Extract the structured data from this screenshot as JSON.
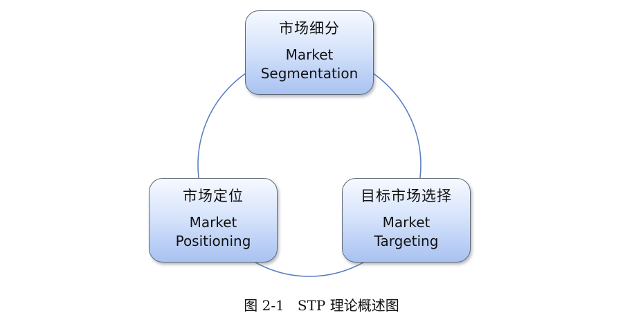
{
  "diagram": {
    "top_node": {
      "zh": "市场细分",
      "en_line1": "Market",
      "en_line2": "Segmentation"
    },
    "left_node": {
      "zh": "市场定位",
      "en_line1": "Market",
      "en_line2": "Positioning"
    },
    "right_node": {
      "zh": "目标市场选择",
      "en_line1": "Market",
      "en_line2": "Targeting"
    },
    "colors": {
      "cycle_line": "#5b7fbf",
      "node_border": "#5f6772",
      "node_fill_top": "#f6f9ff",
      "node_fill_bottom": "#a9c2f1"
    }
  },
  "caption": "图 2-1   STP 理论概述图"
}
